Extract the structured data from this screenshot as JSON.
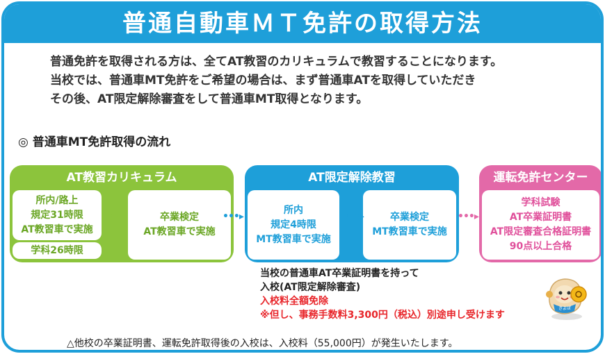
{
  "title": "普通自動車ＭＴ免許の取得方法",
  "intro": [
    "普通免許を取得される方は、全てAT教習のカリキュラムで教習することになります。",
    "当校では、普通車MT免許をご希望の場合は、まず普通車ATを取得していただき",
    "その後、AT限定解除審査をして普通車MT取得となります。"
  ],
  "section_heading": "◎ 普通車MT免許取得の流れ",
  "flow": {
    "at_curriculum": {
      "header": "AT教習カリキュラム",
      "box1": [
        "所内/路上",
        "規定31時限",
        "AT教習車で実施"
      ],
      "box1_sub": "学科26時限",
      "box2": [
        "卒業検定",
        "AT教習車で実施"
      ]
    },
    "at_release": {
      "header": "AT限定解除教習",
      "box1": [
        "所内",
        "規定4時限",
        "MT教習車で実施"
      ],
      "box2": [
        "卒業検定",
        "MT教習車で実施"
      ]
    },
    "center": {
      "header": "運転免許センター",
      "lines": [
        "学科試験",
        "AT卒業証明書",
        "AT限定審査合格証明書",
        "90点以上合格"
      ]
    },
    "arrow_glyph": "•••▸"
  },
  "note": {
    "line1": "当校の普通車AT卒業証明書を持って",
    "line2": "入校(AT限定解除審査)",
    "line3": "入校料全額免除",
    "line4": "※但し、事務手数料3,300円（税込）別途申し受けます"
  },
  "footer": "△他校の卒業証明書、運転免許取得後の入校は、入校料（55,000円）が発生いたします。",
  "mascot_badge": "きよぽ",
  "colors": {
    "blue": "#1e9fd9",
    "green": "#8cc43c",
    "pink": "#e369a8",
    "red": "#e8262b"
  }
}
